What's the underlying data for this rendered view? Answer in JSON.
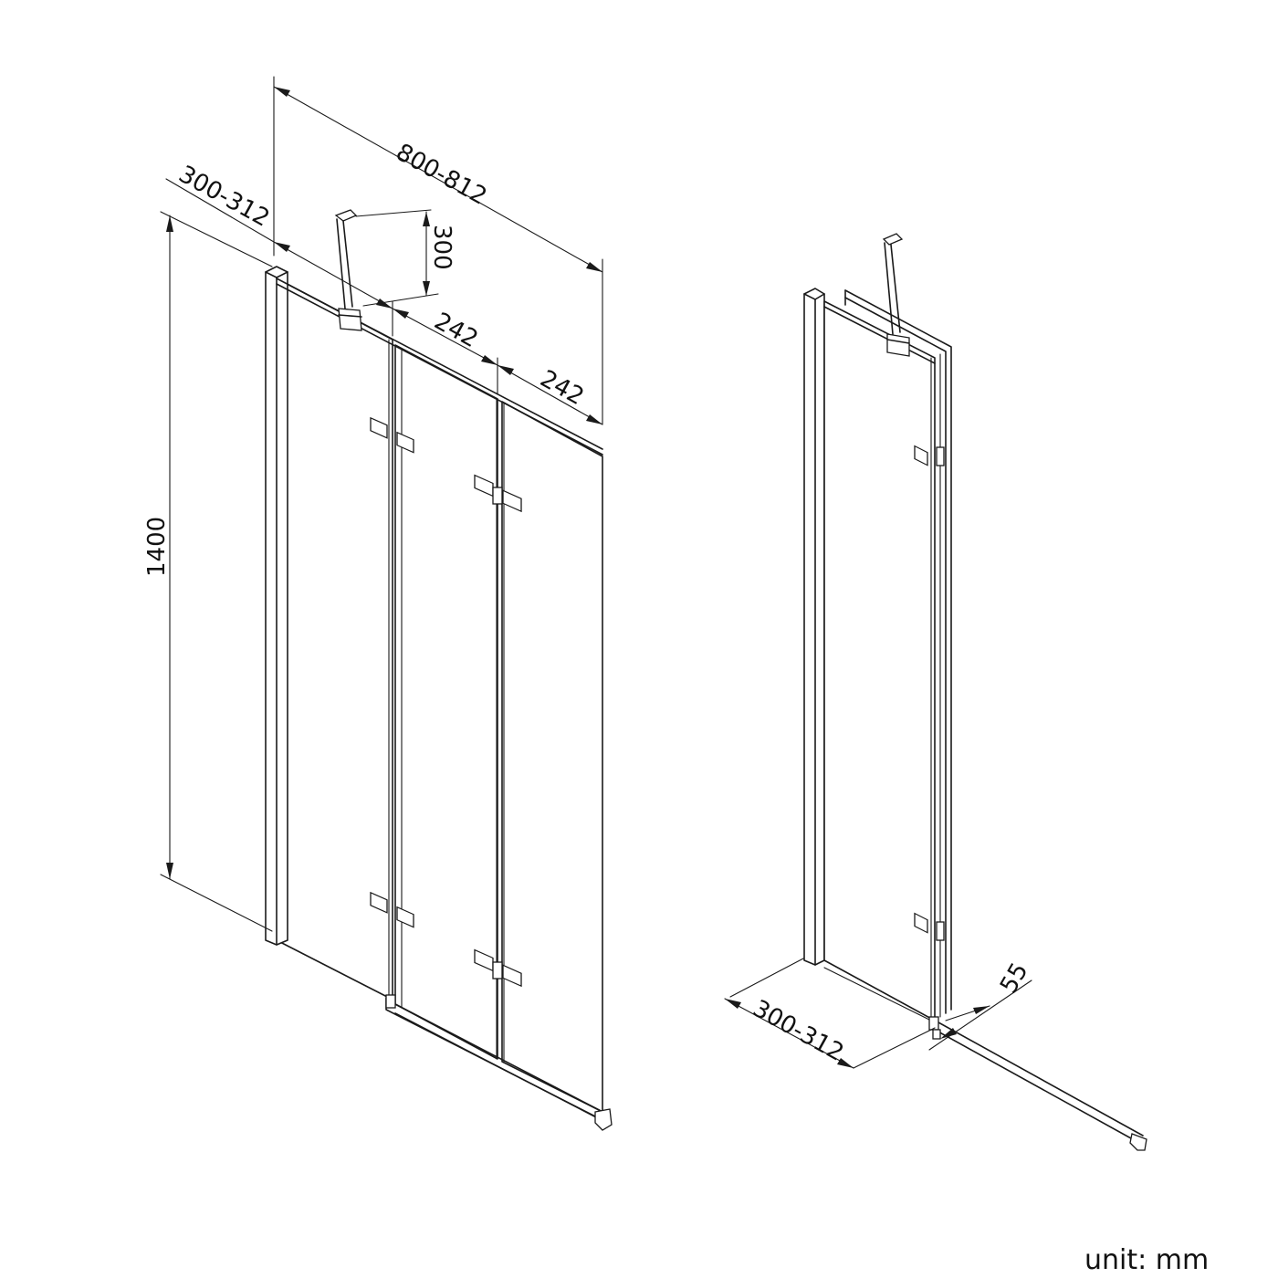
{
  "dimensions": {
    "overall_width": "800-812",
    "fixed_panel_width": "300-312",
    "support_arm": "300",
    "folding_panel_1": "242",
    "folding_panel_2": "242",
    "height": "1400",
    "side_view_width": "300-312",
    "side_view_offset": "55"
  },
  "unit_label": "unit: mm"
}
